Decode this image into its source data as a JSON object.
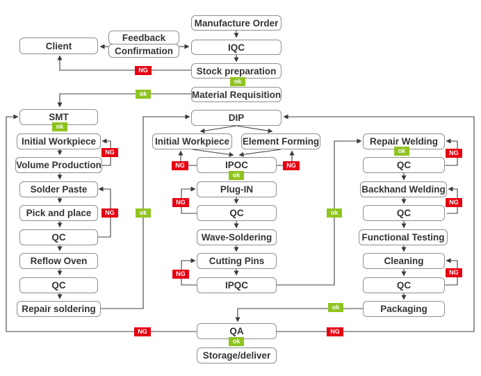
{
  "badges": {
    "ok": "ok",
    "ng": "NG"
  },
  "colors": {
    "ok_green": "#8fc31f",
    "ng_red": "#e60012",
    "box_border": "#8e8e8e",
    "line": "#3f3f3f",
    "text": "#333333",
    "background": "#ffffff"
  },
  "nodes": {
    "manufacture_order": "Manufacture Order",
    "iqc": "IQC",
    "stock_preparation": "Stock preparation",
    "material_requisition": "Material Requisition",
    "feedback": "Feedback",
    "confirmation": "Confirmation",
    "client": "Client",
    "smt": "SMT",
    "smt_initial_workpiece": "Initial Workpiece",
    "volume_production": "Volume Production",
    "solder_paste": "Solder Paste",
    "pick_and_place": "Pick and place",
    "smt_qc1": "QC",
    "reflow_oven": "Reflow Oven",
    "smt_qc2": "QC",
    "repair_soldering": "Repair soldering",
    "dip": "DIP",
    "dip_initial_workpiece": "Initial Workpiece",
    "element_forming": "Element Forming",
    "ipoc": "IPOC",
    "plug_in": "Plug-IN",
    "dip_qc1": "QC",
    "wave_soldering": "Wave-Soldering",
    "cutting_pins": "Cutting Pins",
    "ipqc": "IPQC",
    "qa": "QA",
    "storage_deliver": "Storage/deliver",
    "repair_welding": "Repair Welding",
    "rw_qc1": "QC",
    "backhand_welding": "Backhand Welding",
    "rw_qc2": "QC",
    "functional_testing": "Functional Testing",
    "cleaning": "Cleaning",
    "rw_qc3": "QC",
    "packaging": "Packaging"
  },
  "edges": [
    {
      "from": "manufacture_order",
      "to": "iqc",
      "label": ""
    },
    {
      "from": "iqc",
      "to": "stock_preparation",
      "label": ""
    },
    {
      "from": "stock_preparation",
      "to": "material_requisition",
      "label": "ok"
    },
    {
      "from": "feedback_confirmation",
      "to": "client",
      "label": ""
    },
    {
      "from": "feedback_confirmation",
      "to": "iqc",
      "label": ""
    },
    {
      "from": "stock_preparation",
      "to": "client",
      "label": "NG"
    },
    {
      "from": "material_requisition",
      "to": "smt",
      "label": "ok"
    },
    {
      "from": "smt",
      "to": "smt_initial_workpiece",
      "label": "ok"
    },
    {
      "from": "smt_initial_workpiece",
      "to": "volume_production",
      "label": ""
    },
    {
      "from": "volume_production",
      "to": "smt_initial_workpiece",
      "label": "NG"
    },
    {
      "from": "volume_production",
      "to": "solder_paste",
      "label": ""
    },
    {
      "from": "solder_paste",
      "to": "pick_and_place",
      "label": ""
    },
    {
      "from": "pick_and_place",
      "to": "smt_qc1",
      "label": ""
    },
    {
      "from": "smt_qc1",
      "to": "solder_paste",
      "label": "NG"
    },
    {
      "from": "smt_qc1",
      "to": "reflow_oven",
      "label": ""
    },
    {
      "from": "reflow_oven",
      "to": "smt_qc2",
      "label": ""
    },
    {
      "from": "smt_qc2",
      "to": "repair_soldering",
      "label": ""
    },
    {
      "from": "repair_soldering",
      "to": "dip",
      "label": "ok"
    },
    {
      "from": "dip",
      "to": "dip_initial_workpiece",
      "label": ""
    },
    {
      "from": "dip",
      "to": "element_forming",
      "label": ""
    },
    {
      "from": "dip_initial_workpiece",
      "to": "ipoc",
      "label": ""
    },
    {
      "from": "element_forming",
      "to": "ipoc",
      "label": ""
    },
    {
      "from": "ipoc",
      "to": "dip_initial_workpiece",
      "label": "NG"
    },
    {
      "from": "ipoc",
      "to": "element_forming",
      "label": "NG"
    },
    {
      "from": "ipoc",
      "to": "plug_in",
      "label": "ok"
    },
    {
      "from": "plug_in",
      "to": "dip_qc1",
      "label": ""
    },
    {
      "from": "dip_qc1",
      "to": "plug_in",
      "label": "NG"
    },
    {
      "from": "dip_qc1",
      "to": "wave_soldering",
      "label": ""
    },
    {
      "from": "wave_soldering",
      "to": "cutting_pins",
      "label": ""
    },
    {
      "from": "cutting_pins",
      "to": "ipqc",
      "label": ""
    },
    {
      "from": "ipqc",
      "to": "cutting_pins",
      "label": "NG"
    },
    {
      "from": "ipqc",
      "to": "repair_welding",
      "label": "ok"
    },
    {
      "from": "repair_welding",
      "to": "rw_qc1",
      "label": "ok"
    },
    {
      "from": "rw_qc1",
      "to": "repair_welding",
      "label": "NG"
    },
    {
      "from": "rw_qc1",
      "to": "backhand_welding",
      "label": ""
    },
    {
      "from": "backhand_welding",
      "to": "rw_qc2",
      "label": ""
    },
    {
      "from": "rw_qc2",
      "to": "backhand_welding",
      "label": "NG"
    },
    {
      "from": "rw_qc2",
      "to": "functional_testing",
      "label": ""
    },
    {
      "from": "functional_testing",
      "to": "cleaning",
      "label": ""
    },
    {
      "from": "cleaning",
      "to": "rw_qc3",
      "label": ""
    },
    {
      "from": "rw_qc3",
      "to": "cleaning",
      "label": "NG"
    },
    {
      "from": "rw_qc3",
      "to": "packaging",
      "label": ""
    },
    {
      "from": "packaging",
      "to": "qa",
      "label": "ok"
    },
    {
      "from": "qa",
      "to": "storage_deliver",
      "label": "ok"
    },
    {
      "from": "qa",
      "to": "smt",
      "label": "NG"
    },
    {
      "from": "qa",
      "to": "dip",
      "label": "NG"
    }
  ]
}
